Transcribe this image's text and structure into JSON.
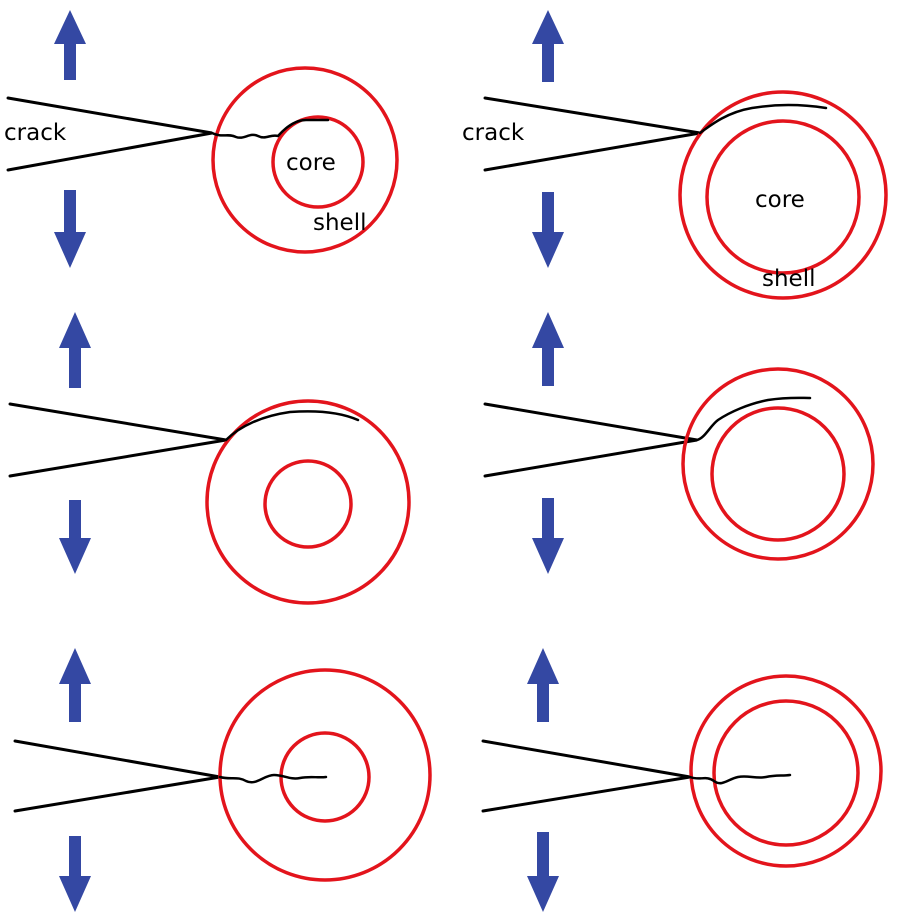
{
  "labels": {
    "crack": "crack",
    "core": "core",
    "shell": "shell"
  },
  "colors": {
    "ring": "#e3141c",
    "arrow": "#3448a3",
    "crack": "#000000"
  },
  "icons": {
    "load_up": "arrow-up-icon",
    "load_down": "arrow-down-icon"
  }
}
